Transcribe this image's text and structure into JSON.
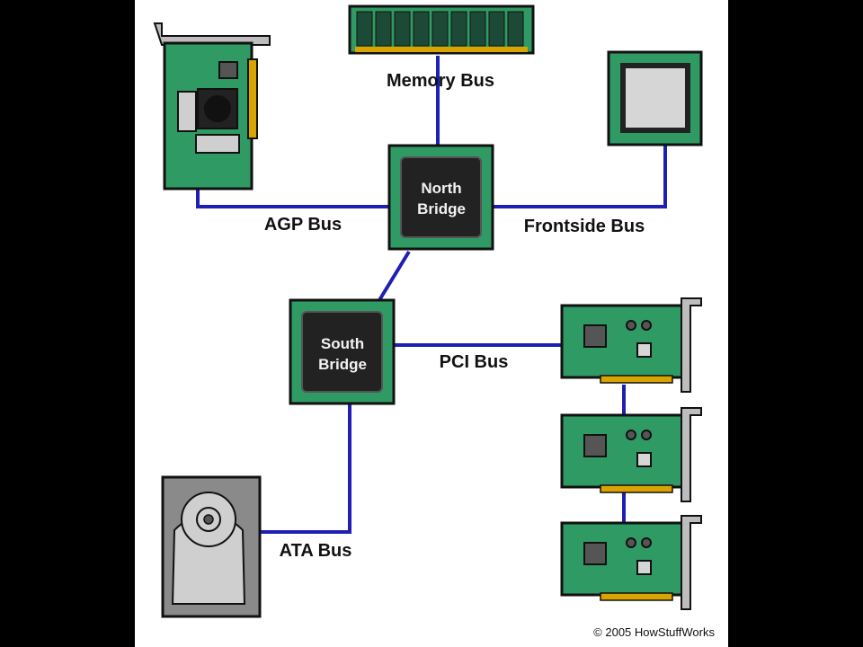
{
  "labels": {
    "memory_bus": "Memory Bus",
    "agp_bus": "AGP Bus",
    "frontside_bus": "Frontside Bus",
    "pci_bus": "PCI Bus",
    "ata_bus": "ATA Bus"
  },
  "chips": {
    "north_bridge": {
      "line1": "North",
      "line2": "Bridge"
    },
    "south_bridge": {
      "line1": "South",
      "line2": "Bridge"
    }
  },
  "copyright": "© 2005 HowStuffWorks",
  "colors": {
    "bus_line": "#1f1fb4",
    "board_green": "#2f9a63",
    "chip_dark": "#222222",
    "gold_contact": "#d9a300",
    "drive_gray": "#bdbdbd"
  }
}
